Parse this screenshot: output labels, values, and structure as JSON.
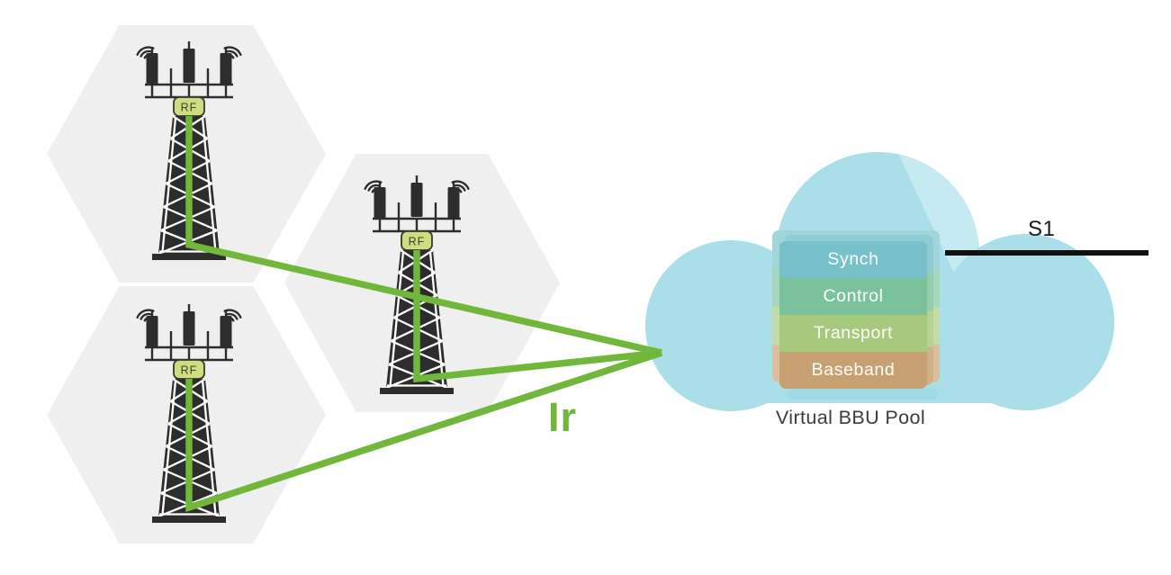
{
  "cells": {
    "count": 3,
    "hexagon_fill": "#efefef"
  },
  "tower": {
    "rf_label": "RF",
    "rf_unit_fill": "#cedc82",
    "structure_color": "#2d2d2d"
  },
  "links": {
    "fronthaul_label": "Ir",
    "fronthaul_color": "#70b73c",
    "backhaul_label": "S1",
    "backhaul_color": "#111111"
  },
  "cloud": {
    "caption": "Virtual BBU Pool",
    "fill": "#aadee9",
    "highlight_fill": "#c6eaf2"
  },
  "bbu_layers": [
    {
      "label": "Synch",
      "color": "#76c1ca"
    },
    {
      "label": "Control",
      "color": "#7bc29c"
    },
    {
      "label": "Transport",
      "color": "#a6c97b"
    },
    {
      "label": "Baseband",
      "color": "#c7a171"
    }
  ]
}
